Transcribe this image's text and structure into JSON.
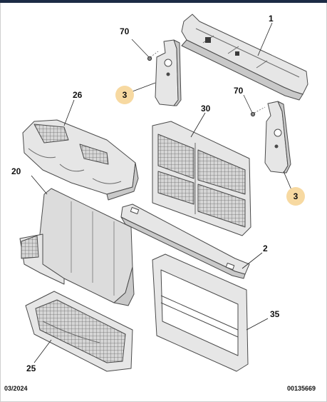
{
  "callouts": {
    "p1": "1",
    "p2": "2",
    "p3_top": "3",
    "p3_right": "3",
    "p20": "20",
    "p25": "25",
    "p26": "26",
    "p30": "30",
    "p35": "35",
    "p70_top": "70",
    "p70_right": "70"
  },
  "footer": {
    "date": "03/2024",
    "reference": "00135669"
  },
  "colors": {
    "part_fill": "#e6e6e6",
    "part_shade": "#c9c9c9",
    "part_stroke": "#4a4a4a",
    "highlight": "#f7d9a1",
    "top_bar": "#1c2b45"
  }
}
